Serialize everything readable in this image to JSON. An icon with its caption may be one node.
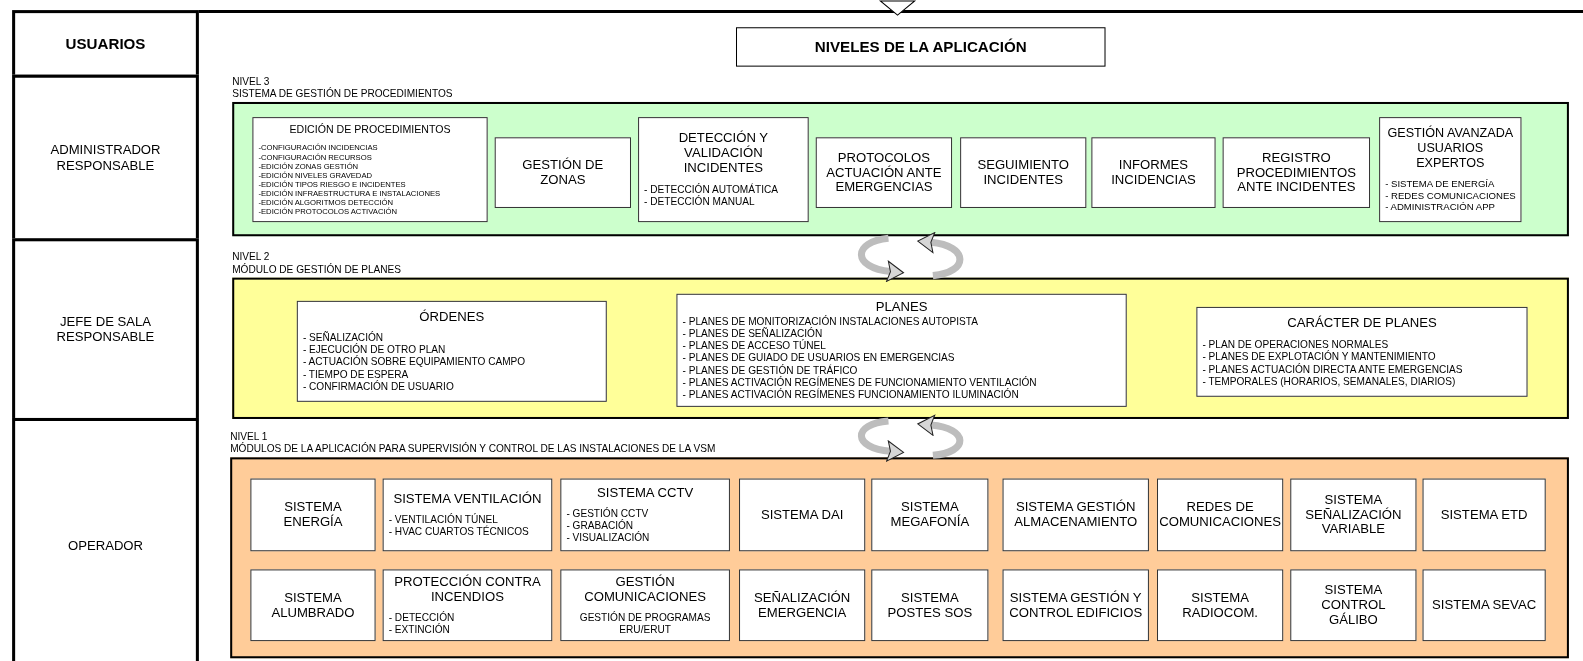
{
  "diagram": {
    "nodes": [
      {
        "text": [
          "USUARIOS"
        ]
      },
      {
        "text": [
          "ADMINISTRADOR RESPONSABLE"
        ]
      },
      {
        "text": [
          "JEFE DE SALA RESPONSABLE"
        ]
      },
      {
        "text": [
          "OPERADOR"
        ]
      },
      {
        "text": [
          "NIVELES DE LA APLICACIÓN"
        ]
      },
      {
        "text": [
          "NIVEL 3",
          "SISTEMA DE GESTIÓN DE PROCEDIMIENTOS"
        ]
      },
      {
        "text": [
          "EDICIÓN DE PROCEDIMIENTOS",
          "-CONFIGURACIÓN INCIDENCIAS",
          "-CONFIGURACIÓN RECURSOS",
          "-EDICIÓN ZONAS GESTIÓN",
          "-EDICIÓN NIVELES GRAVEDAD",
          "-EDICIÓN TIPOS RIESGO E INCIDENTES",
          "-EDICIÓN INFRAESTRUCTURA E INSTALACIONES",
          "-EDICIÓN ALGORITMOS DETECCIÓN",
          "-EDICIÓN PROTOCOLOS ACTIVACIÓN"
        ],
        "in": 5
      },
      {
        "text": [
          "GESTIÓN DE ZONAS"
        ],
        "in": 5
      },
      {
        "text": [
          "DETECCIÓN Y VALIDACIÓN INCIDENTES",
          "- DETECCIÓN AUTOMÁTICA",
          "- DETECCIÓN MANUAL"
        ],
        "in": 5
      },
      {
        "text": [
          "PROTOCOLOS ACTUACIÓN ANTE EMERGENCIAS"
        ],
        "in": 5
      },
      {
        "text": [
          "SEGUIMIENTO INCIDENTES"
        ],
        "in": 5
      },
      {
        "text": [
          "INFORMES INCIDENCIAS"
        ],
        "in": 5
      },
      {
        "text": [
          "REGISTRO PROCEDIMIENTOS ANTE INCIDENTES"
        ],
        "in": 5
      },
      {
        "text": [
          "GESTIÓN AVANZADA USUARIOS EXPERTOS",
          "- SISTEMA DE ENERGÍA",
          "- REDES COMUNICACIONES",
          "- ADMINISTRACIÓN APP"
        ],
        "in": 5
      },
      {
        "text": [
          "NIVEL 2",
          "MÓDULO DE GESTIÓN DE PLANES"
        ]
      },
      {
        "text": [
          "ÓRDENES",
          "- SEÑALIZACIÓN",
          "- EJECUCIÓN DE OTRO PLAN",
          "- ACTUACIÓN SOBRE EQUIPAMIENTO CAMPO",
          "- TIEMPO DE ESPERA",
          "- CONFIRMACIÓN DE USUARIO"
        ],
        "in": 14
      },
      {
        "text": [
          "PLANES",
          "- PLANES DE MONITORIZACIÓN INSTALACIONES AUTOPISTA",
          "- PLANES DE SEÑALIZACIÓN",
          "- PLANES DE ACCESO TÚNEL",
          "- PLANES DE GUIADO DE USUARIOS EN EMERGENCIAS",
          "- PLANES DE GESTIÓN DE TRÁFICO",
          "- PLANES ACTIVACIÓN REGÍMENES DE FUNCIONAMIENTO VENTILACIÓN",
          "- PLANES ACTIVACIÓN REGÍMENES FUNCIONAMIENTO ILUMINACIÓN"
        ],
        "in": 14
      },
      {
        "text": [
          "CARÁCTER DE PLANES",
          "- PLAN DE OPERACIONES NORMALES",
          "- PLANES DE EXPLOTACIÓN Y MANTENIMIENTO",
          "- PLANES ACTUACIÓN DIRECTA ANTE EMERGENCIAS",
          "- TEMPORALES (HORARIOS, SEMANALES, DIARIOS)"
        ],
        "in": 14
      },
      {
        "text": [
          "NIVEL 1",
          "MÓDULOS DE LA APLICACIÓN PARA SUPERVISIÓN Y CONTROL DE LAS INSTALACIONES DE LA VSM"
        ]
      },
      {
        "text": [
          "SISTEMA ENERGÍA"
        ],
        "in": 18
      },
      {
        "text": [
          "SISTEMA VENTILACIÓN",
          "- VENTILACIÓN TÚNEL",
          "- HVAC CUARTOS TÉCNICOS"
        ],
        "in": 18
      },
      {
        "text": [
          "SISTEMA CCTV",
          "- GESTIÓN CCTV",
          "- GRABACIÓN",
          "- VISUALIZACIÓN"
        ],
        "in": 18
      },
      {
        "text": [
          "SISTEMA DAI"
        ],
        "in": 18
      },
      {
        "text": [
          "SISTEMA MEGAFONÍA"
        ],
        "in": 18
      },
      {
        "text": [
          "SISTEMA GESTIÓN ALMACENAMIENTO"
        ],
        "in": 18
      },
      {
        "text": [
          "REDES DE COMUNICACIONES"
        ],
        "in": 18
      },
      {
        "text": [
          "SISTEMA SEÑALIZACIÓN VARIABLE"
        ],
        "in": 18
      },
      {
        "text": [
          "SISTEMA ETD"
        ],
        "in": 18
      },
      {
        "text": [
          "SISTEMA ALUMBRADO"
        ],
        "in": 18
      },
      {
        "text": [
          "PROTECCIÓN CONTRA INCENDIOS",
          "- DETECCIÓN",
          "- EXTINCIÓN"
        ],
        "in": 18
      },
      {
        "text": [
          "GESTIÓN COMUNICACIONES",
          "GESTIÓN DE PROGRAMAS ERU/ERUT"
        ],
        "in": 18
      },
      {
        "text": [
          "SEÑALIZACIÓN EMERGENCIA"
        ],
        "in": 18
      },
      {
        "text": [
          "SISTEMA POSTES SOS"
        ],
        "in": 18
      },
      {
        "text": [
          "SISTEMA GESTIÓN Y CONTROL EDIFICIOS"
        ],
        "in": 18
      },
      {
        "text": [
          "SISTEMA RADIOCOM."
        ],
        "in": 18
      },
      {
        "text": [
          "SISTEMA CONTROL GÁLIBO"
        ],
        "in": 18
      },
      {
        "text": [
          "SISTEMA SEVAC"
        ],
        "in": 18
      }
    ],
    "edges": [
      {
        "from": 5,
        "to": 14,
        "arrow": "to"
      },
      {
        "from": 14,
        "to": 5,
        "arrow": "to"
      },
      {
        "from": 14,
        "to": 18,
        "arrow": "to"
      },
      {
        "from": 18,
        "to": 14,
        "arrow": "to"
      }
    ]
  }
}
